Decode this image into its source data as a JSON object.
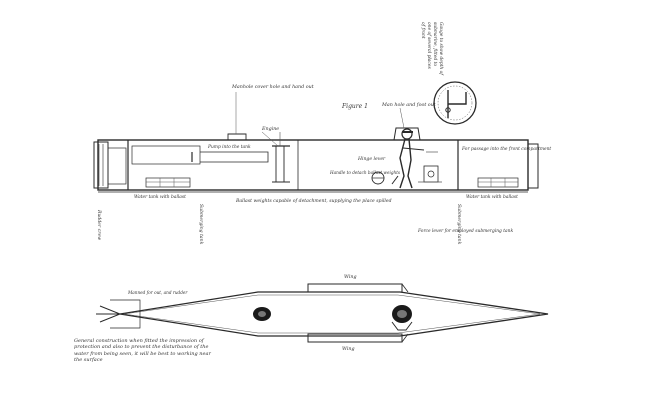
{
  "figure": {
    "title": "Figure 1",
    "colors": {
      "paper": "#ffffff",
      "ink": "#2a2a2a",
      "faint": "#888888"
    }
  },
  "side_view": {
    "labels": {
      "manhole_top_left": "Manhole cover hole and hand out",
      "engine": "Engine",
      "manhole_right": "Man hole and foot out",
      "gauge_note": "Gauge to show depth of submarine, fitted to one of several places of front",
      "passage_right": "For passage into the front compartment",
      "pump_into_tank": "Pump into the tank",
      "hinge_lever": "Hinge lever",
      "handle_note": "Handle to detach ballast weights",
      "water_tank_left": "Water tank with ballast",
      "water_tank_right": "Water tank with ballast",
      "ballast_weights": "Ballast weights capable of detachment, supplying the place spilled",
      "rudder_crew": "Rudder crew",
      "submerging_tank_left": "Submerging tank",
      "submerging_tank_right": "Submerging tank",
      "force_lever": "Force lever for employed submerging tank"
    }
  },
  "plan_view": {
    "labels": {
      "wing_top": "Wing",
      "wing_bottom": "Wing",
      "fin_note": "Manned for out, and rudder",
      "caption": "General construction when fitted the impression of protection and also to prevent the disturbance of the water from being seen, it will be best to working near the surface"
    }
  }
}
